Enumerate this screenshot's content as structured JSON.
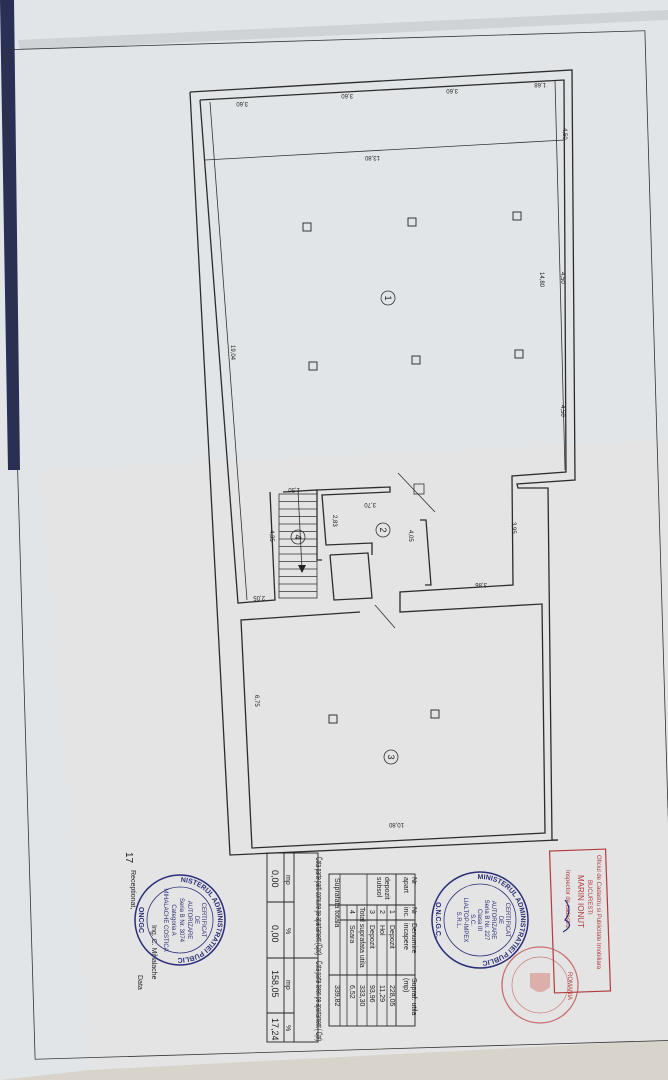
{
  "handwritten_page_number": "17",
  "plan": {
    "dimensions": {
      "top_bays": [
        "3,60",
        "3,60",
        "3,60",
        "1,68"
      ],
      "right_top": "4,50",
      "right_segments": [
        "4,50",
        "4,50"
      ],
      "width_room1": "13,80",
      "length_room1": "14,80",
      "left_length": "19,04",
      "stair_width": "1,50",
      "hall_top": "3,70",
      "hall_side": "2,83",
      "stair_length": "4,35",
      "hall_depth": "4,05",
      "right_notch": "3,95",
      "right_notch_width": "3,86",
      "stair_offset": "2,05",
      "room3_depth": "6,75",
      "room3_width": "10,80"
    },
    "room_numbers": [
      "1",
      "2",
      "3",
      "4"
    ]
  },
  "inventory_table": {
    "headers": [
      "Nr apart",
      "Nr inc.",
      "Denumire incapere",
      "Supraf. utila (mp)"
    ],
    "apartment": "depozit subsol",
    "rows": [
      {
        "nr": "1",
        "name": "Depozit",
        "area": "228,05"
      },
      {
        "nr": "2",
        "name": "Hol",
        "area": "11,29"
      },
      {
        "nr": "3",
        "name": "Depozit",
        "area": "93,96"
      }
    ],
    "total_useful_label": "Total suprafata utila",
    "total_useful": "333,30",
    "stair_row": {
      "nr": "4",
      "name": "Scara",
      "area": "6,52"
    },
    "total_label": "Suprafata totala",
    "total": "339,82"
  },
  "share_table": {
    "common_header": "Cota parte parti comune pe apartament (Cpc)",
    "land_header": "Cota parte teren pe apartament ( Cpt)",
    "unit_mp": "mp",
    "unit_pct": "%",
    "common_mp": "0,00",
    "common_pct": "0,00",
    "land_mp": "158,05",
    "land_pct": "17,24"
  },
  "signatures": {
    "engineer": "Ing. C. Mihalache",
    "received": "Receptionat,",
    "date": "Data"
  },
  "stamps": {
    "blue_right": {
      "ring": "MINISTERUL ADMINISTRATIEI PUBLICE",
      "bottom": "O.N.C.G.C.",
      "lines": [
        "CERTIFICAT",
        "DE",
        "AUTORIZARE",
        "Seria B Nr. 227",
        "Clasa III",
        "S.C.",
        "LIALTOP-IMPEX",
        "S.R.L."
      ]
    },
    "blue_left": {
      "ring": "MINISTERUL ADMINISTRATIEI PUBLICE",
      "bottom": "ONCGC",
      "lines": [
        "CERTIFICAT",
        "DE",
        "AUTORIZARE",
        "Seria B Nr. 3074",
        "Categoria A",
        "MIHALACHE COSTICA"
      ]
    },
    "red_box": [
      "Oficiul de Cadastru si Publicitate Imobiliara",
      "BUCURESTI",
      "MARIN IONUT",
      "Inspector de cadastru"
    ],
    "red_seal": "ROMANIA"
  },
  "colors": {
    "paper": "#e4e6e8",
    "ink": "#2c2c2c",
    "stamp_blue": "#2a2f7a",
    "stamp_red": "#b23a3a",
    "fabric": "#d8d4cb"
  }
}
